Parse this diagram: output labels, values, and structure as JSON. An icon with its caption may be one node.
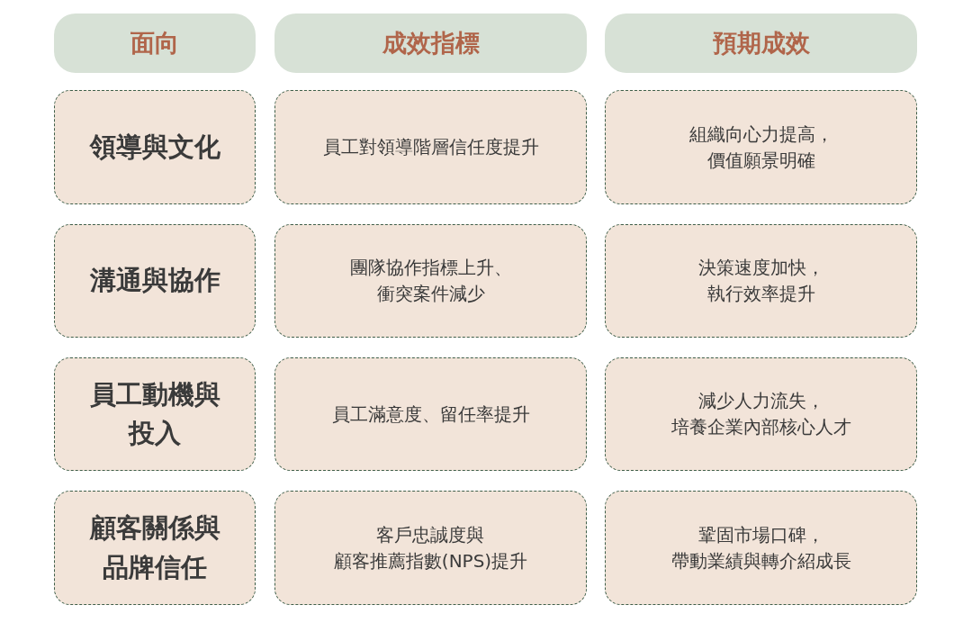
{
  "diagram": {
    "nodes": [
      {
        "text": [
          "面向"
        ]
      },
      {
        "text": [
          "成效指標"
        ]
      },
      {
        "text": [
          "預期成效"
        ]
      },
      {
        "text": [
          "領導與文化"
        ]
      },
      {
        "text": [
          "員工對領導階層信任度提升"
        ]
      },
      {
        "text": [
          "組織向心力提高，價值願景明確"
        ]
      },
      {
        "text": [
          "溝通與協作"
        ]
      },
      {
        "text": [
          "團隊協作指標上升、衝突案件減少"
        ]
      },
      {
        "text": [
          "決策速度加快，執行效率提升"
        ]
      },
      {
        "text": [
          "員工動機與投入"
        ]
      },
      {
        "text": [
          "員工滿意度、留任率提升"
        ]
      },
      {
        "text": [
          "減少人力流失，培養企業內部核心人才"
        ]
      },
      {
        "text": [
          "顧客關係與品牌信任"
        ]
      },
      {
        "text": [
          "客戶忠誠度與顧客推薦指數(NPS)提升"
        ]
      },
      {
        "text": [
          "鞏固市場口碑，帶動業績與轉介紹成長"
        ]
      }
    ]
  }
}
